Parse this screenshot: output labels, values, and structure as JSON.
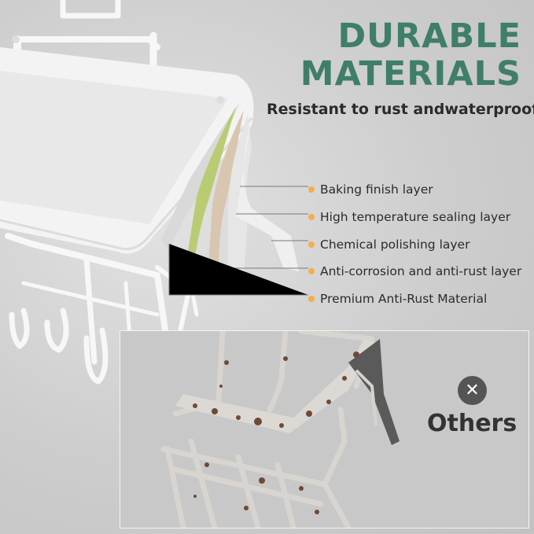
{
  "headline": {
    "line1": "DURABLE",
    "line2": "MATERIALS"
  },
  "subhead": "Resistant to rust andwaterproof",
  "layers": [
    "Baking finish layer",
    "High temperature sealing layer",
    "Chemical polishing layer",
    "Anti-corrosion and anti-rust layer",
    "Premium Anti-Rust Material"
  ],
  "comparison": {
    "icon": "close-icon",
    "label": "Others"
  },
  "colors": {
    "headline": "#3f7e6a",
    "bullet": "#f0b04a",
    "text": "#2b2b2b",
    "badge": "#555555"
  }
}
